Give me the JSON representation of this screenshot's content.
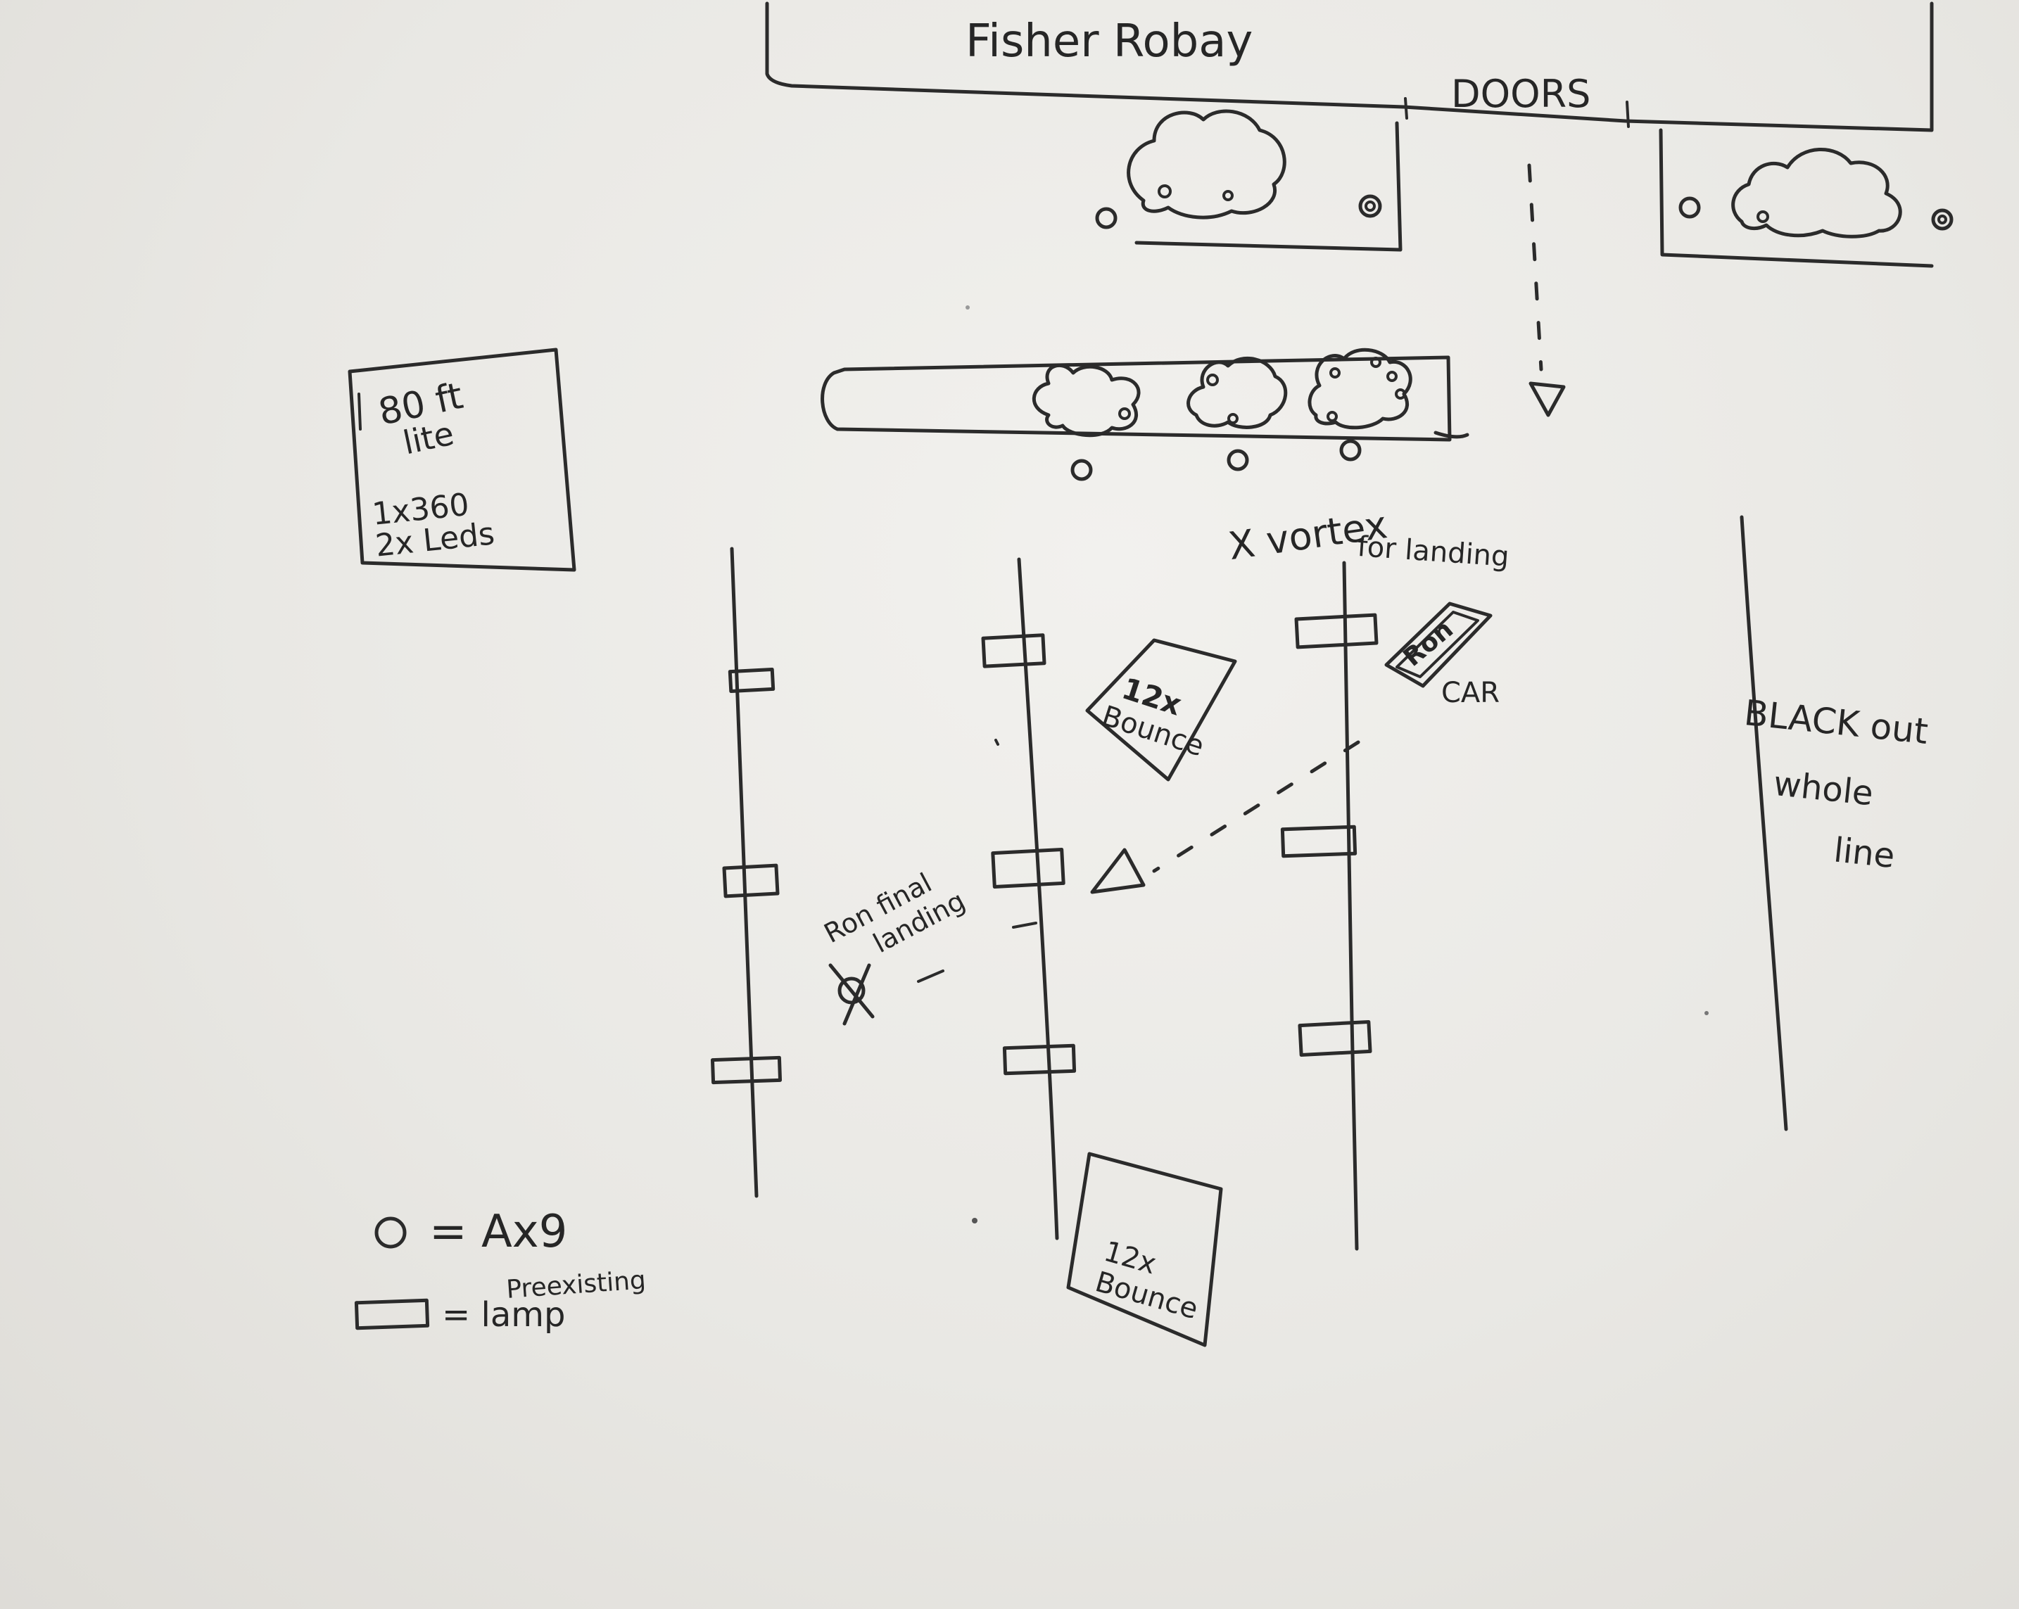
{
  "labels": {
    "location": "Fisher Robay",
    "doors": "DOORS",
    "lite_line1": "80 ft",
    "lite_line2": "lite",
    "lite_line3": "1x360",
    "lite_line4": "2x Leds",
    "vortex_line1": "X vortex",
    "vortex_line2": "for landing",
    "ron_car_ron": "Ron",
    "ron_car_car": "CAR",
    "bounce_upper_line1": "12x",
    "bounce_upper_line2": "Bounce",
    "bounce_lower_line1": "12x",
    "bounce_lower_line2": "Bounce",
    "blackout_line1": "BLACK out",
    "blackout_line2": "whole",
    "blackout_line3": "line",
    "ron_final_line1": "Ron final",
    "ron_final_line2": "landing"
  },
  "legend": {
    "ax9_symbol": "O",
    "ax9_text": "= Ax9",
    "lamp_text": "= lamp",
    "lamp_superscript": "Preexisting"
  }
}
